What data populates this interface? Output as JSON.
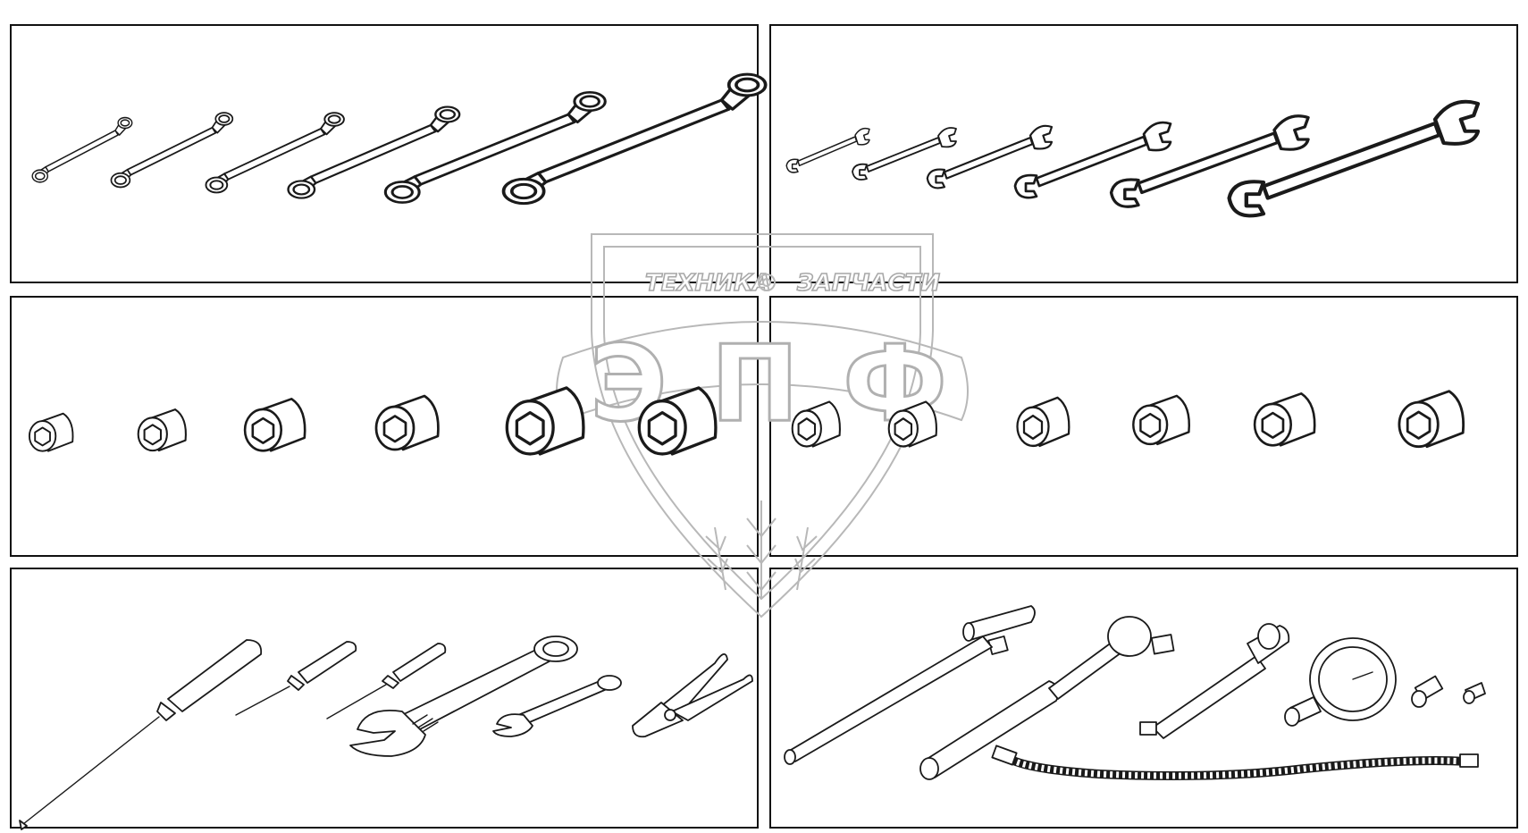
{
  "watermark": {
    "left_word": "ТЕХНИКА",
    "right_word": "ЗАПЧАСТИ",
    "logo_letters": "ЭПФ",
    "line_color": "#b0b0b0"
  },
  "panels": [
    {
      "id": "box-wrenches",
      "icon": "box-end-wrench-icon",
      "count": 6
    },
    {
      "id": "open-end-wrenches",
      "icon": "open-end-wrench-icon",
      "count": 6
    },
    {
      "id": "sockets-left",
      "icon": "socket-icon",
      "count": 6
    },
    {
      "id": "sockets-right",
      "icon": "socket-icon",
      "count": 6
    },
    {
      "id": "hand-tools",
      "icons": [
        "screwdriver-icon",
        "adjustable-wrench-icon",
        "pliers-icon"
      ]
    },
    {
      "id": "drive-tools",
      "icons": [
        "t-handle-icon",
        "ratchet-icon",
        "extension-bar-icon",
        "pressure-gauge-icon",
        "adapter-icon",
        "flexible-hose-icon"
      ]
    }
  ],
  "colors": {
    "frame": "#111111",
    "tool_stroke": "#1a1a1a",
    "background": "#ffffff"
  }
}
